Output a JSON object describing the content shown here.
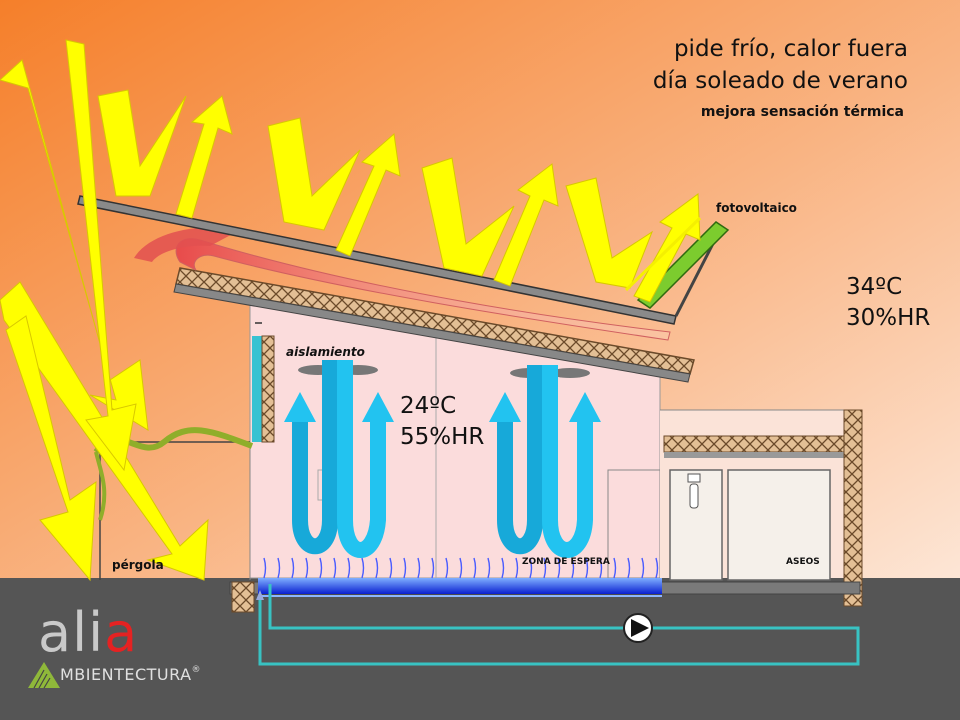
{
  "title": {
    "line1": "pide frío, calor fuera",
    "line2": "día soleado de verano",
    "line3": "mejora sensación térmica"
  },
  "labels": {
    "photovoltaic": "fotovoltaico",
    "insulation": "aislamiento",
    "pergola": "pérgola",
    "waiting_zone": "ZONA  DE  ESPERA",
    "restrooms": "ASEOS"
  },
  "outside": {
    "temperature": "34ºC",
    "humidity": "30%HR"
  },
  "inside": {
    "temperature": "24ºC",
    "humidity": "55%HR"
  },
  "logo": {
    "part1": "ali",
    "part2": "a",
    "brand": "MBIENTECTURA",
    "registered": "®"
  },
  "colors": {
    "sun_arrows": "#ffff00",
    "background_top": "#f58a3a",
    "ground": "#555555",
    "insulation": "#d9b28a",
    "cool_air": "#1cb7e5",
    "pipe": "#38c2c2",
    "hot_air": "#f08080",
    "photovoltaic_panel": "#7ccc2e",
    "logo_accent": "#e52222"
  }
}
